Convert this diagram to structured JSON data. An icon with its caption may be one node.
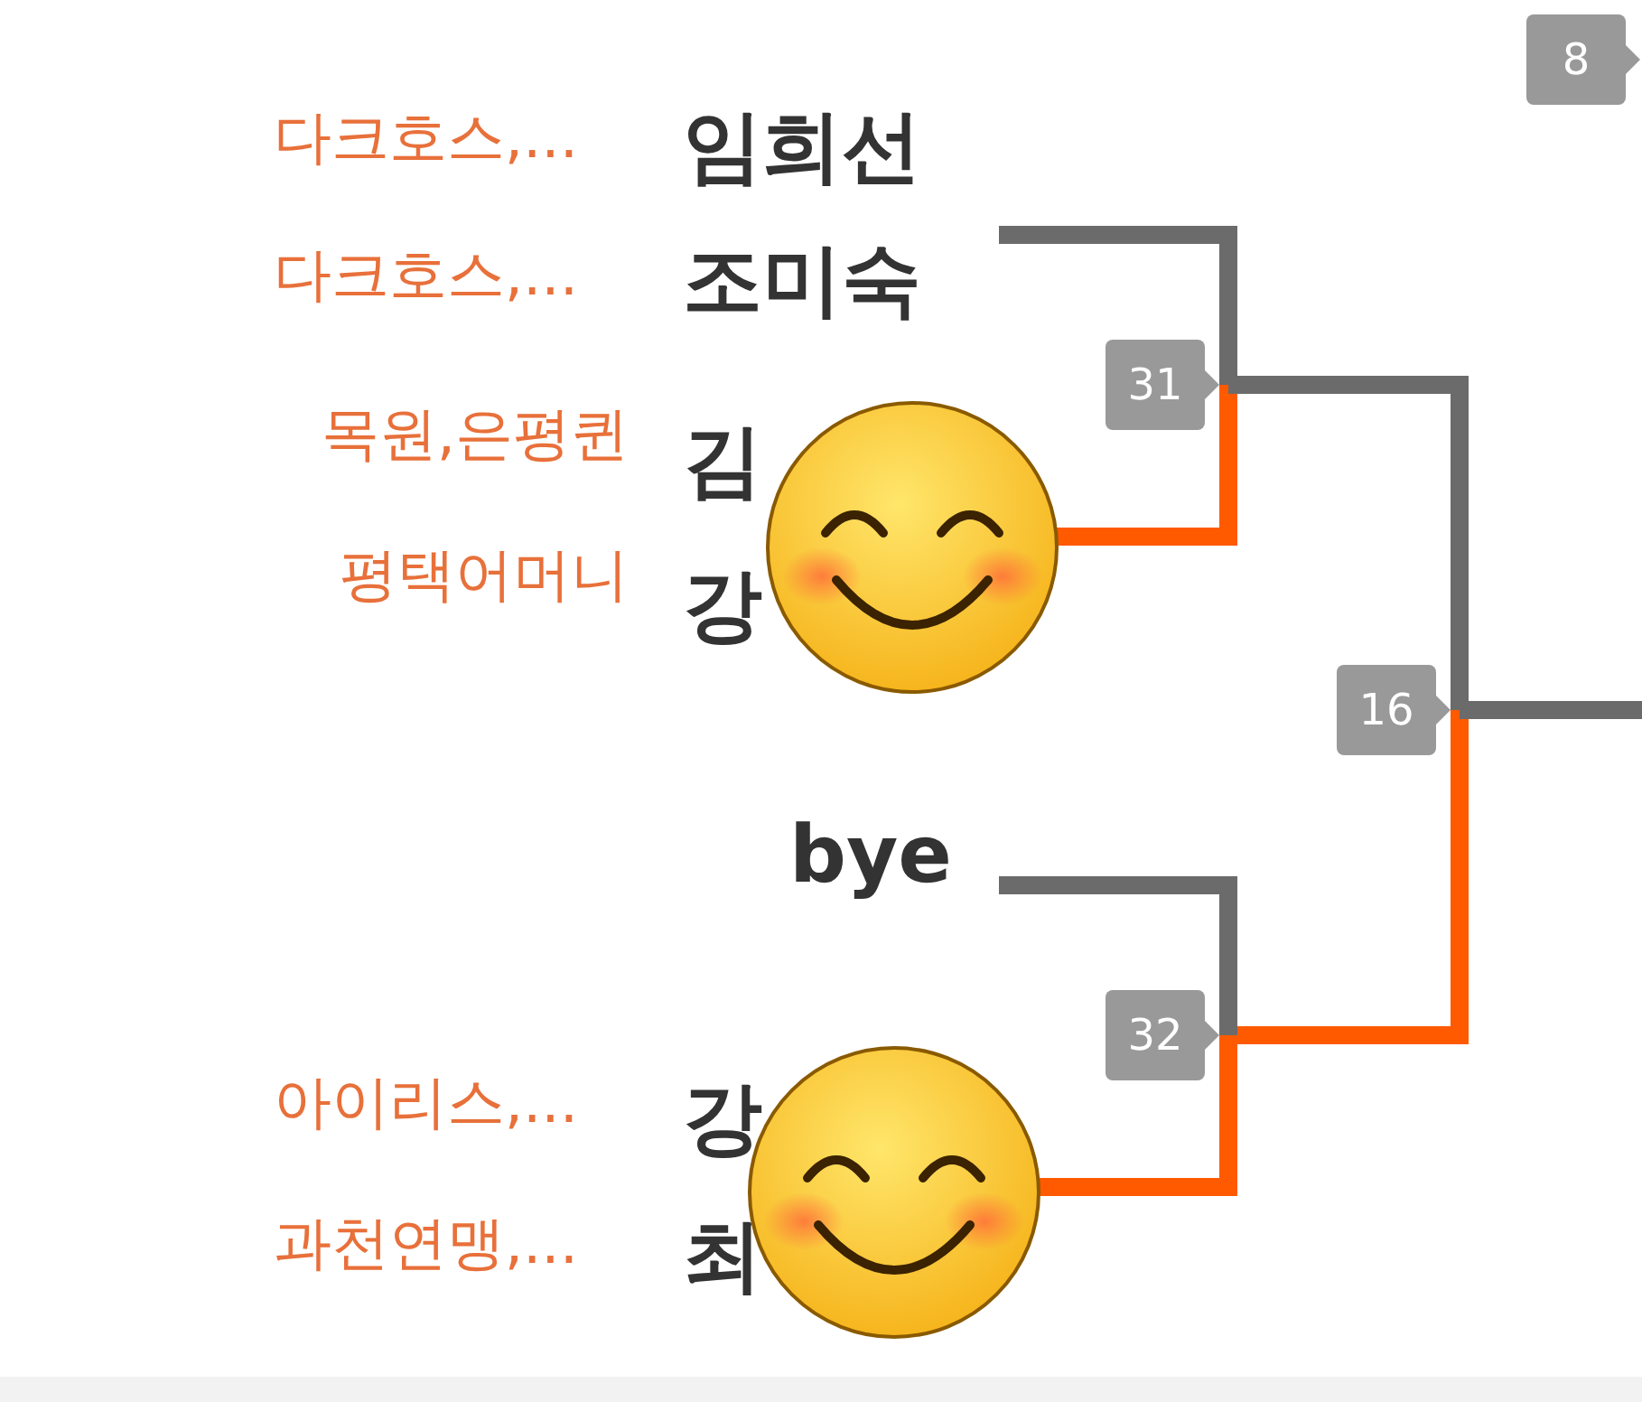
{
  "diagram": {
    "nodes": [
      {
        "text": [
          "8"
        ]
      },
      {
        "text": [
          "임희선",
          "조미숙"
        ],
        "beside": [
          "다크호스,...",
          "다크호스,..."
        ]
      },
      {
        "text": [
          "31"
        ]
      },
      {
        "text": [
          "김",
          "강"
        ],
        "beside": [
          "목원,은평퀸",
          "평택어머니"
        ]
      },
      {
        "text": [
          "16"
        ]
      },
      {
        "text": [
          "bye"
        ]
      },
      {
        "text": [
          "32"
        ]
      },
      {
        "text": [
          "강",
          "최"
        ],
        "beside": [
          "아이리스,...",
          "과천연맹,..."
        ]
      }
    ],
    "edges": [
      {
        "from": 1,
        "to": 2,
        "arrow": "none"
      },
      {
        "from": 3,
        "to": 2,
        "arrow": "none",
        "color": "#ff5a00"
      },
      {
        "from": 2,
        "to": 4,
        "arrow": "none"
      },
      {
        "from": 6,
        "to": 4,
        "arrow": "none",
        "color": "#ff5a00"
      },
      {
        "from": 5,
        "to": 6,
        "arrow": "none"
      },
      {
        "from": 7,
        "to": 6,
        "arrow": "none",
        "color": "#ff5a00"
      },
      {
        "from": 4,
        "to": null,
        "arrow": "none"
      }
    ]
  }
}
